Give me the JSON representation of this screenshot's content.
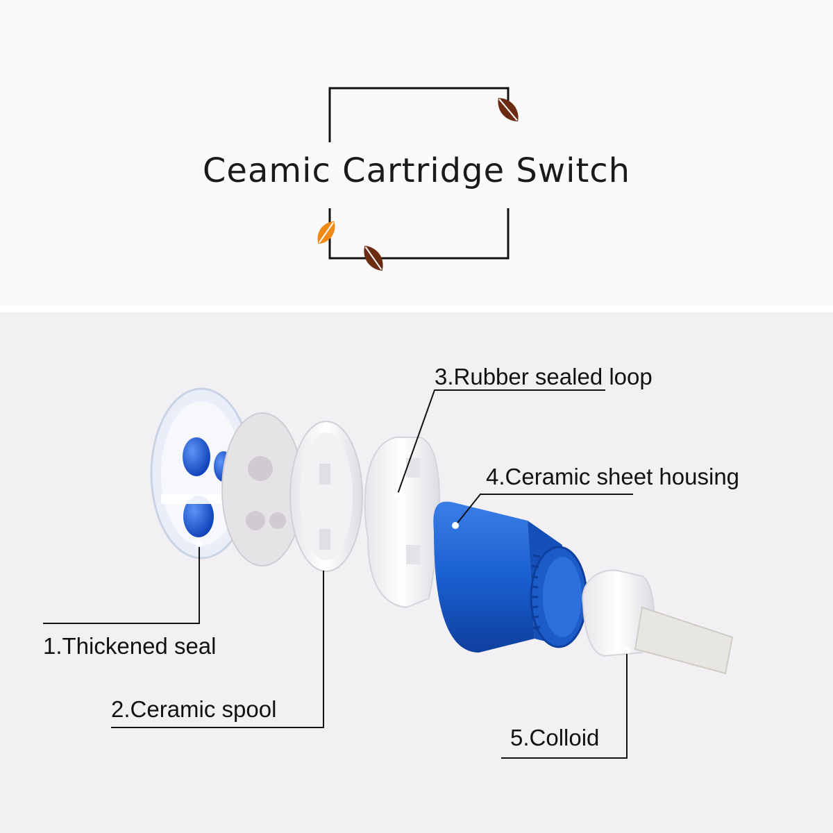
{
  "title": "Ceamic Cartridge Switch",
  "labels": {
    "thickened_seal": "1.Thickened seal",
    "ceramic_spool": "2.Ceramic spool",
    "rubber_loop": "3.Rubber sealed loop",
    "ceramic_housing": "4.Ceramic sheet housing",
    "colloid": "5.Colloid"
  },
  "colors": {
    "blue_part": "#1a5fd0",
    "leaf_dark": "#6b2a12",
    "leaf_orange": "#f08a14",
    "white_part": "#f4f4f6"
  }
}
